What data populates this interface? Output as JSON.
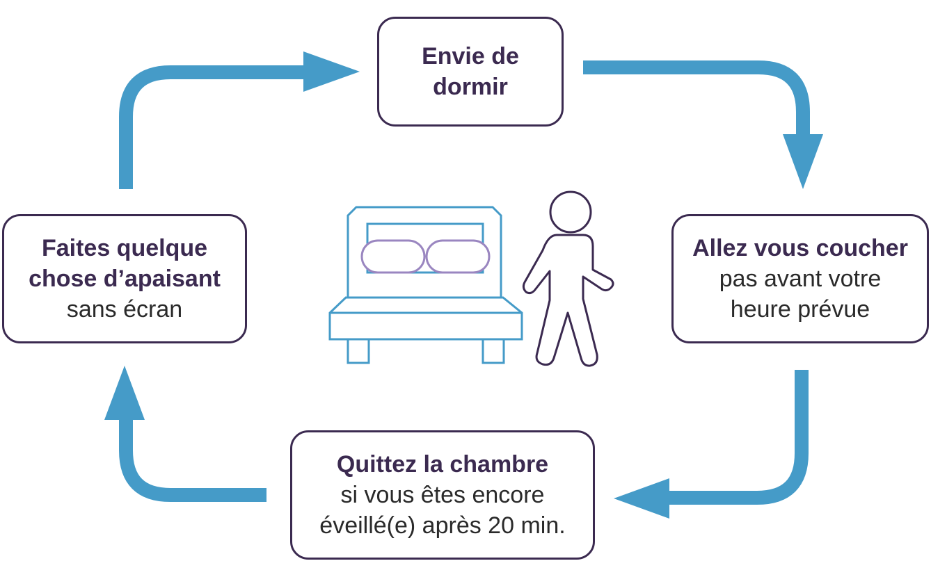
{
  "colors": {
    "arrow": "#459bc8",
    "box_border": "#3b2a50",
    "bold_text": "#3b2a50",
    "body_text": "#2a2a2a",
    "bed_outline": "#459bc8",
    "pillow_outline": "#9a86c0",
    "person_outline": "#3b2a50"
  },
  "steps": {
    "top": {
      "title": "Envie de\ndormir",
      "detail": ""
    },
    "right": {
      "title": "Allez vous coucher",
      "detail": "pas avant votre\nheure prévue"
    },
    "bottom": {
      "title": "Quittez la chambre",
      "detail": "si vous êtes encore\néveillé(e) après 20 min."
    },
    "left": {
      "title": "Faites quelque\nchose d’apaisant",
      "detail": "sans écran"
    }
  },
  "icons": {
    "center": [
      "bed-icon",
      "person-icon"
    ],
    "arrows": [
      "arrow-right-icon",
      "arrow-down-icon",
      "arrow-left-icon",
      "arrow-up-icon"
    ]
  }
}
